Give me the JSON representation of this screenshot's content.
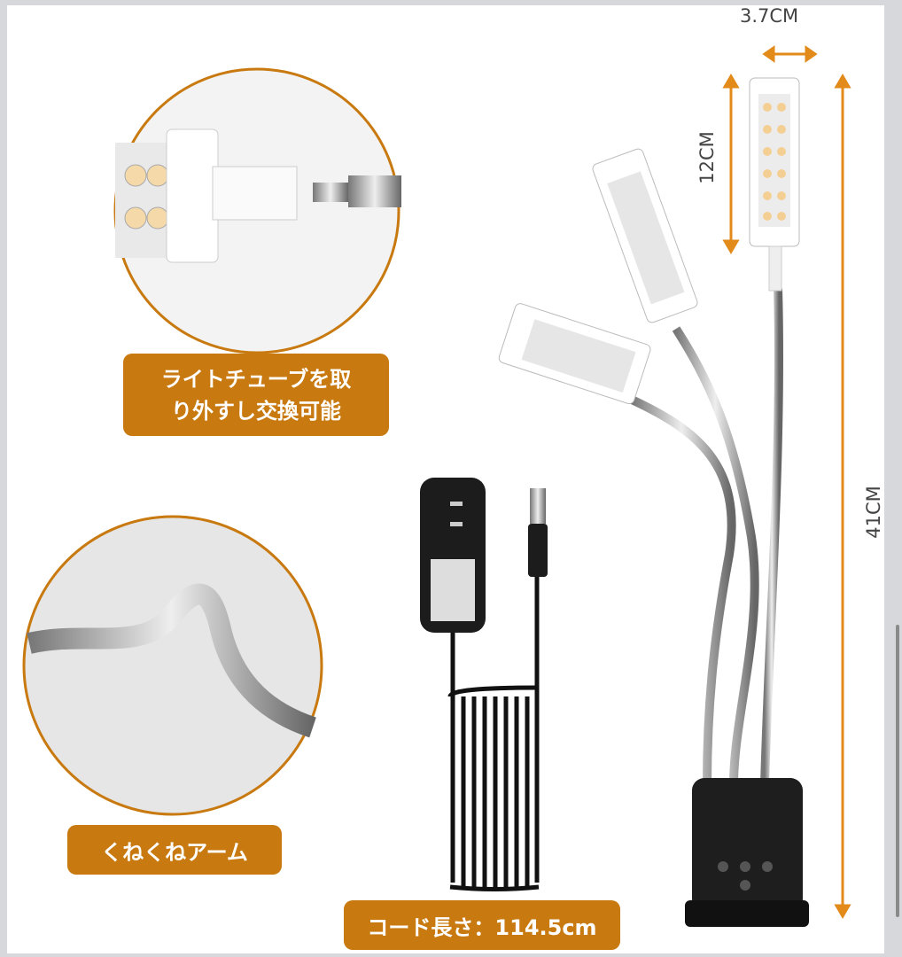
{
  "dimensions": {
    "width_label": "3.7CM",
    "head_length_label": "12CM",
    "total_height_label": "41CM"
  },
  "callouts": {
    "tube": {
      "line1": "ライトチューブを取",
      "line2": "り外すし交換可能"
    },
    "arm": "くねくねアーム",
    "cord": "コード長さ：114.5cm"
  },
  "colors": {
    "accent": "#c8790f",
    "arrow": "#e28a1a",
    "frame": "#d6d8db"
  }
}
